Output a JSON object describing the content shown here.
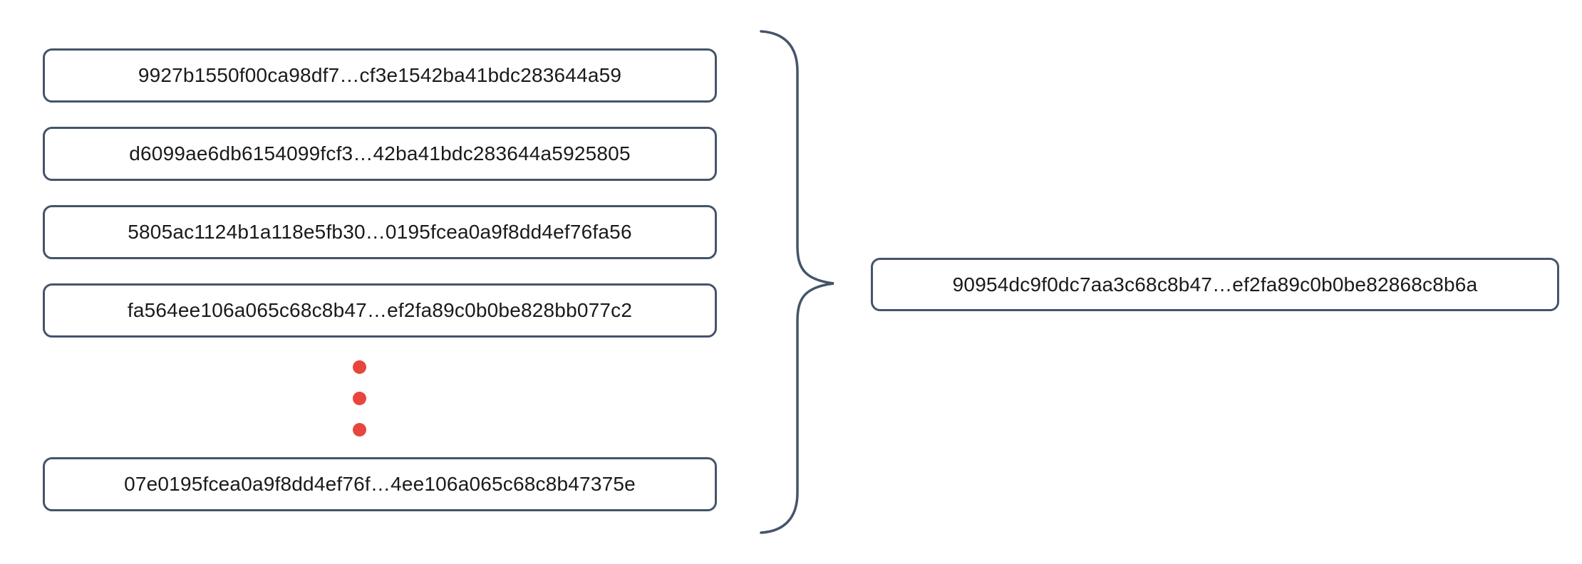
{
  "diagram": {
    "description_role": "many-hashes-combined-into-one-hash",
    "input_hashes": [
      "9927b1550f00ca98df7…cf3e1542ba41bdc283644a59",
      "d6099ae6db6154099fcf3…42ba41bdc283644a5925805",
      "5805ac1124b1a118e5fb30…0195fcea0a9f8dd4ef76fa56",
      "fa564ee106a065c68c8b47…ef2fa89c0b0be828bb077c2",
      "07e0195fcea0a9f8dd4ef76f…4ee106a065c68c8b47375e"
    ],
    "ellipsis_dots_count": 3,
    "output_hash": "90954dc9f0dc7aa3c68c8b47…ef2fa89c0b0be82868c8b6a",
    "colors": {
      "box_border": "#44546A",
      "brace": "#44546A",
      "dot_color": "#E8463C",
      "text": "#1A1A1A",
      "background": "#FFFFFF"
    }
  }
}
